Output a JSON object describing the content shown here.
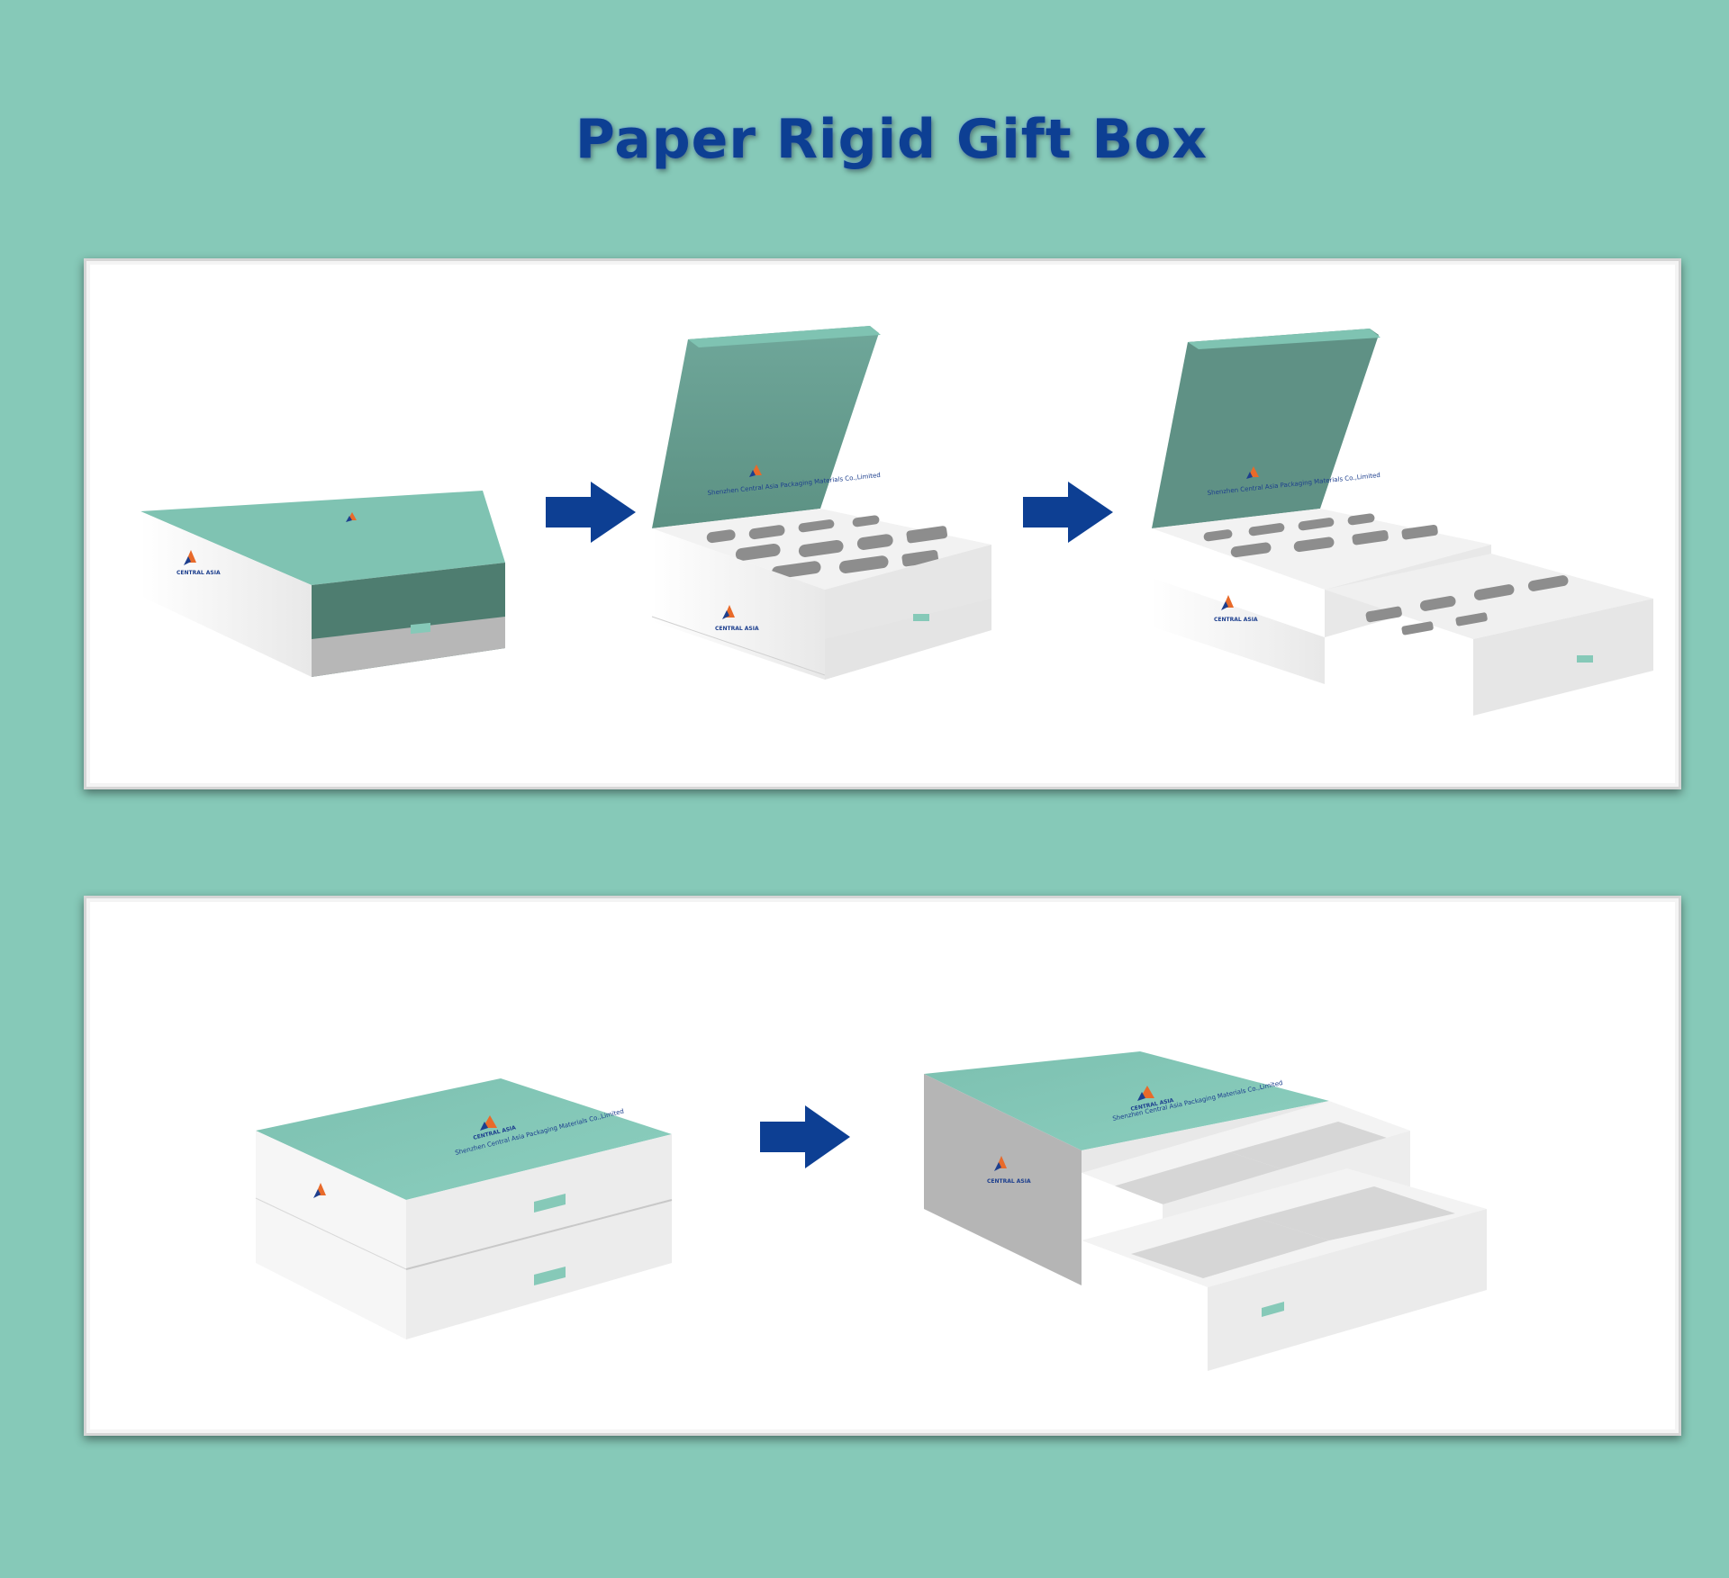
{
  "title": "Paper Rigid Gift Box",
  "brand": {
    "logo_text": "CENTRAL ASIA",
    "company_line": "Shenzhen Central Asia Packaging Materials Co.,Limited"
  },
  "colors": {
    "background": "#86c9b8",
    "title": "#0d3f93",
    "box_lid": "#7cc0b0",
    "arrow": "#0d3f93"
  },
  "icons": [
    "right-arrow-icon",
    "central-asia-logo-icon"
  ]
}
